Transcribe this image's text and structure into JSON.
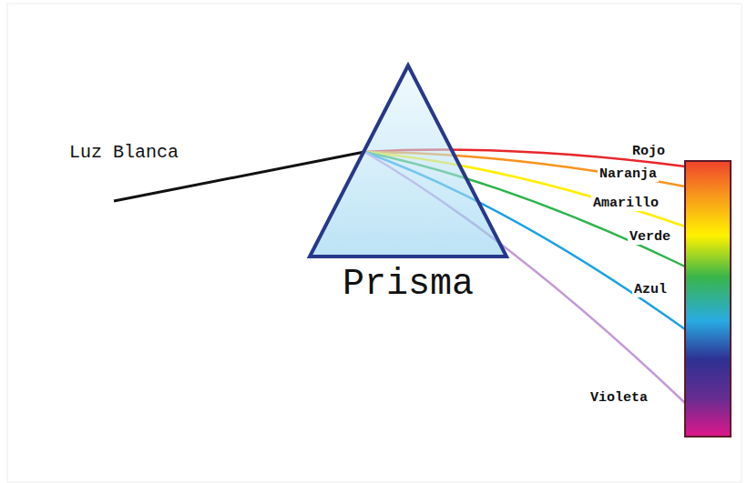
{
  "diagram": {
    "nodes": [
      {
        "text": [
          "Prisma"
        ]
      }
    ],
    "labels": [
      "Luz Blanca",
      "Rojo",
      "Naranja",
      "Amarillo",
      "Verde",
      "Azul",
      "Violeta"
    ]
  }
}
